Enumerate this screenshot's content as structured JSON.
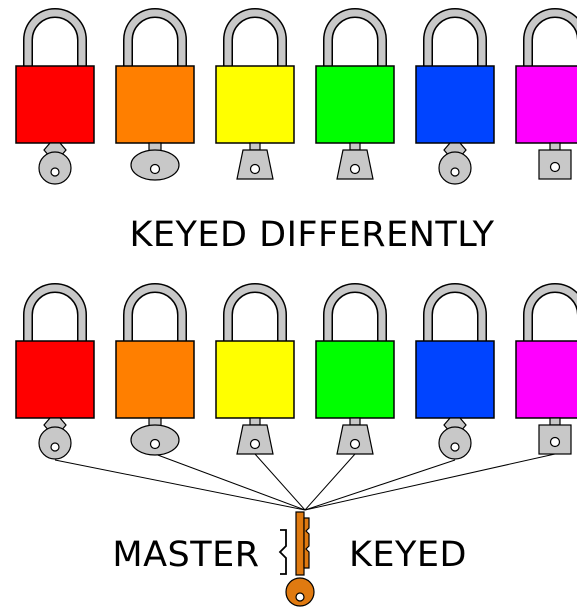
{
  "padlocks_top": [
    {
      "name": "red-padlock",
      "color": "#ff0000",
      "key": "round-key-icon"
    },
    {
      "name": "orange-padlock",
      "color": "#ff7f00",
      "key": "oval-key-icon"
    },
    {
      "name": "yellow-padlock",
      "color": "#ffff00",
      "key": "trapezoid-key-icon"
    },
    {
      "name": "green-padlock",
      "color": "#00ff00",
      "key": "trapezoid-key-icon"
    },
    {
      "name": "blue-padlock",
      "color": "#0044ff",
      "key": "round-key-icon"
    },
    {
      "name": "magenta-padlock",
      "color": "#ff00ff",
      "key": "square-key-icon"
    }
  ],
  "padlocks_bottom": [
    {
      "name": "red-padlock",
      "color": "#ff0000",
      "key": "round-key-icon"
    },
    {
      "name": "orange-padlock",
      "color": "#ff7f00",
      "key": "oval-key-icon"
    },
    {
      "name": "yellow-padlock",
      "color": "#ffff00",
      "key": "trapezoid-key-icon"
    },
    {
      "name": "green-padlock",
      "color": "#00ff00",
      "key": "trapezoid-key-icon"
    },
    {
      "name": "blue-padlock",
      "color": "#0044ff",
      "key": "round-key-icon"
    },
    {
      "name": "magenta-padlock",
      "color": "#ff00ff",
      "key": "square-key-icon"
    }
  ],
  "labels": {
    "keyed_differently": "KEYED DIFFERENTLY",
    "master": "MASTER",
    "keyed": "KEYED"
  },
  "colors": {
    "shackle": "#c8c8c8",
    "key_gray": "#c8c8c8",
    "master_key": "#e07a10",
    "outline": "#000000"
  }
}
